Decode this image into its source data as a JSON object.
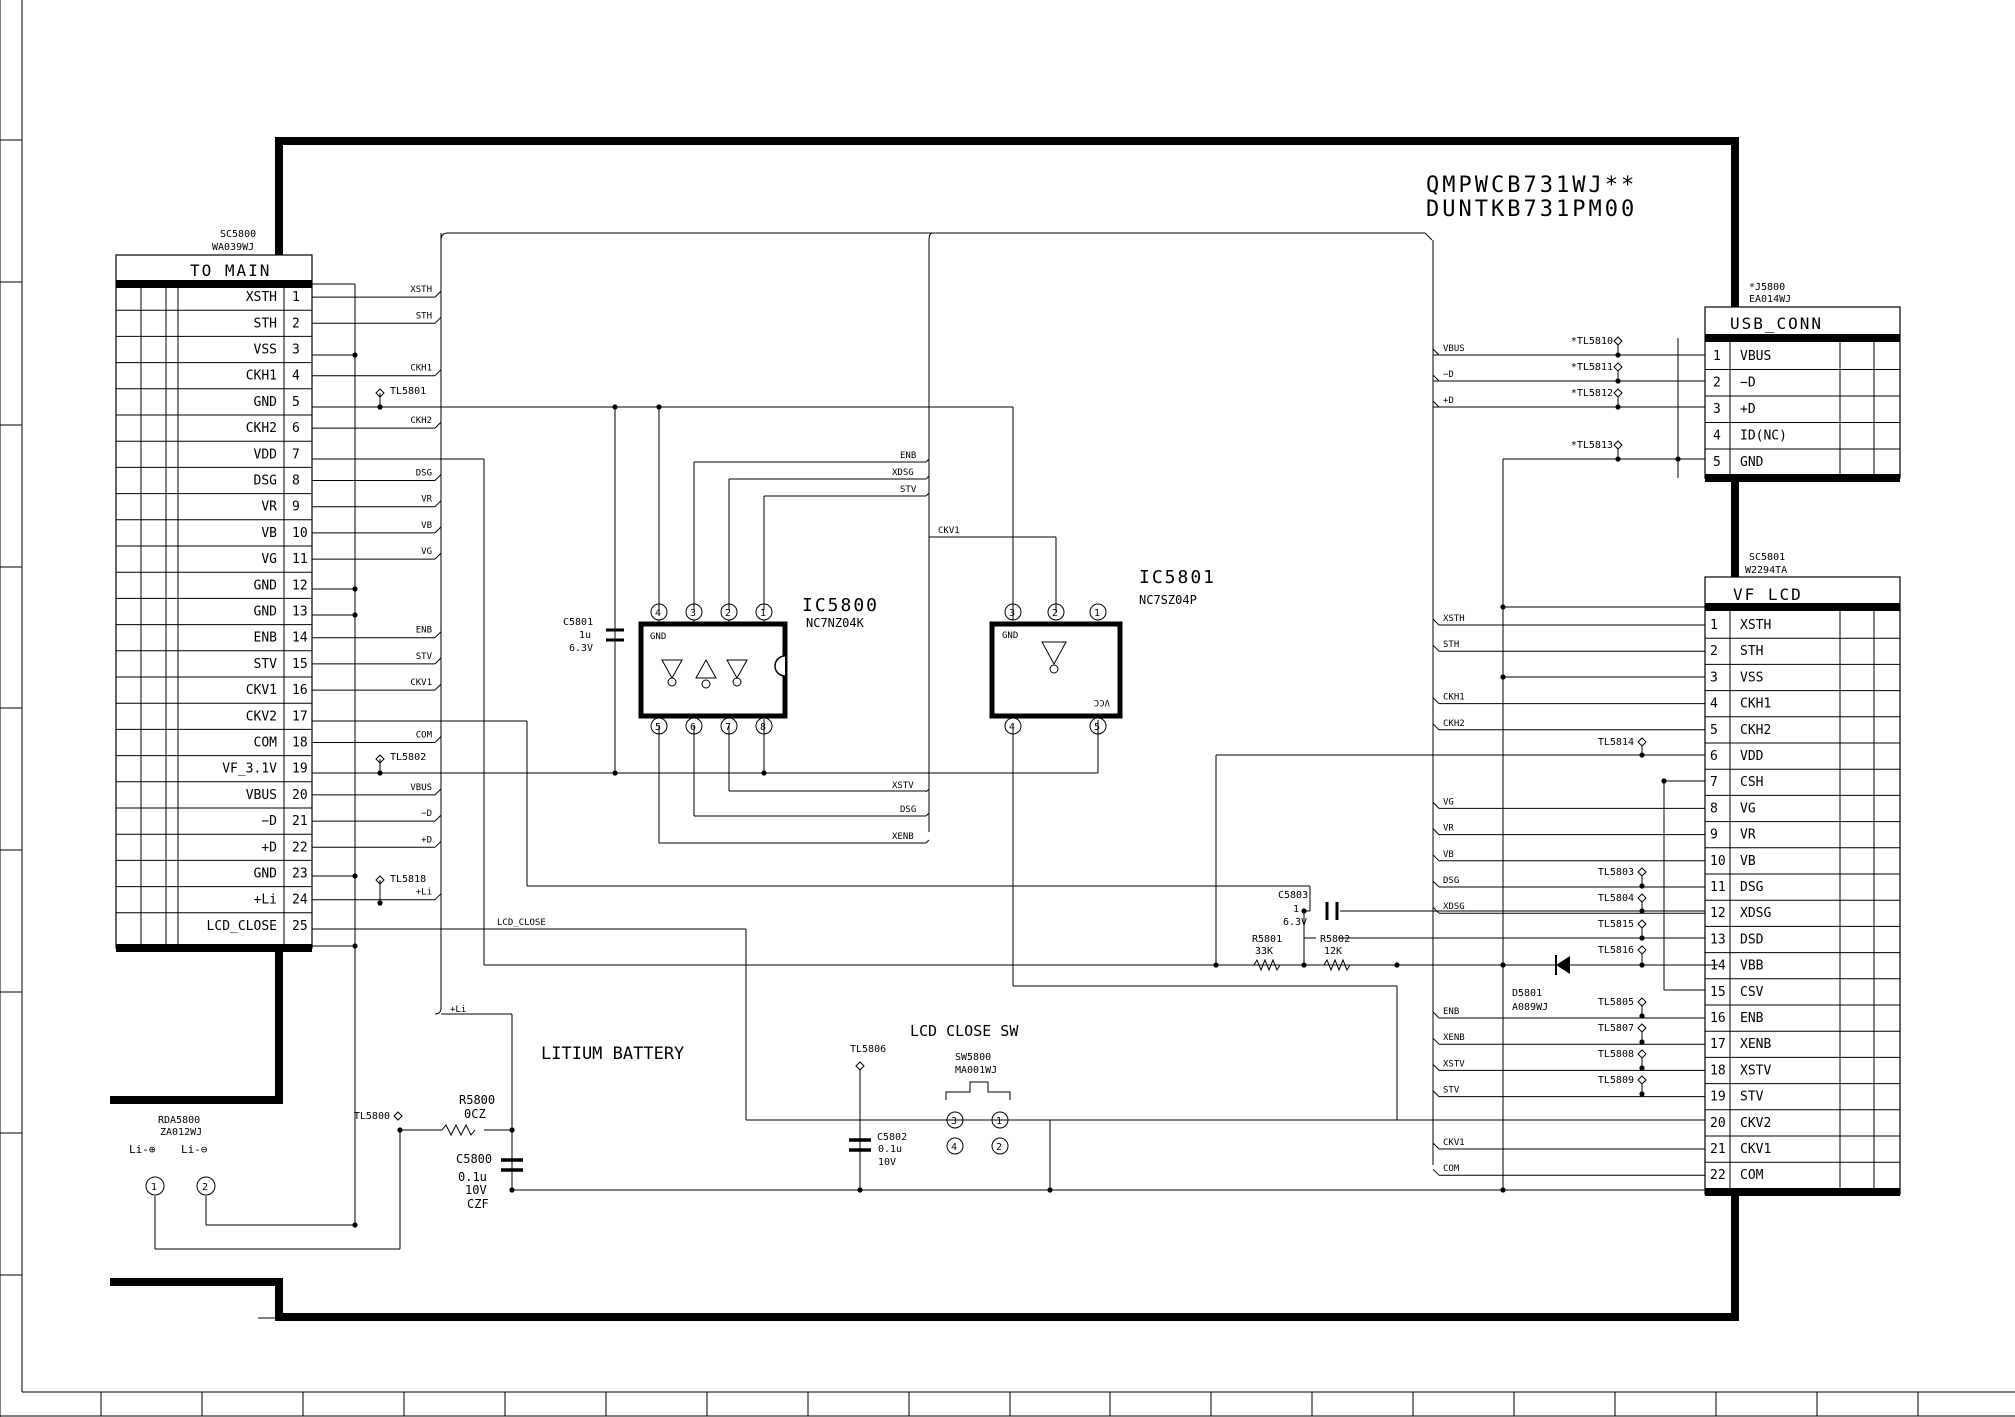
{
  "board": {
    "lines": [
      "QMPWCB731WJ**",
      "DUNTKB731PM00"
    ]
  },
  "to_main": {
    "ref": "SC5800",
    "part": "WA039WJ",
    "title": "TO MAIN",
    "pins": [
      {
        "num": "1",
        "name": "XSTH"
      },
      {
        "num": "2",
        "name": "STH"
      },
      {
        "num": "3",
        "name": "VSS"
      },
      {
        "num": "4",
        "name": "CKH1"
      },
      {
        "num": "5",
        "name": "GND"
      },
      {
        "num": "6",
        "name": "CKH2"
      },
      {
        "num": "7",
        "name": "VDD"
      },
      {
        "num": "8",
        "name": "DSG"
      },
      {
        "num": "9",
        "name": "VR"
      },
      {
        "num": "10",
        "name": "VB"
      },
      {
        "num": "11",
        "name": "VG"
      },
      {
        "num": "12",
        "name": "GND"
      },
      {
        "num": "13",
        "name": "GND"
      },
      {
        "num": "14",
        "name": "ENB"
      },
      {
        "num": "15",
        "name": "STV"
      },
      {
        "num": "16",
        "name": "CKV1"
      },
      {
        "num": "17",
        "name": "CKV2"
      },
      {
        "num": "18",
        "name": "COM"
      },
      {
        "num": "19",
        "name": "VF_3.1V"
      },
      {
        "num": "20",
        "name": "VBUS"
      },
      {
        "num": "21",
        "name": "−D"
      },
      {
        "num": "22",
        "name": "+D"
      },
      {
        "num": "23",
        "name": "GND"
      },
      {
        "num": "24",
        "name": "+Li"
      },
      {
        "num": "25",
        "name": "LCD_CLOSE"
      }
    ]
  },
  "usb_conn": {
    "ref": "*J5800",
    "part": "EA014WJ",
    "title": "USB_CONN",
    "pins": [
      {
        "num": "1",
        "name": "VBUS"
      },
      {
        "num": "2",
        "name": "−D"
      },
      {
        "num": "3",
        "name": "+D"
      },
      {
        "num": "4",
        "name": "ID(NC)"
      },
      {
        "num": "5",
        "name": "GND"
      }
    ]
  },
  "vf_lcd": {
    "ref": "SC5801",
    "part": "W2294TA",
    "title": "VF_LCD",
    "pins": [
      {
        "num": "1",
        "name": "XSTH"
      },
      {
        "num": "2",
        "name": "STH"
      },
      {
        "num": "3",
        "name": "VSS"
      },
      {
        "num": "4",
        "name": "CKH1"
      },
      {
        "num": "5",
        "name": "CKH2"
      },
      {
        "num": "6",
        "name": "VDD"
      },
      {
        "num": "7",
        "name": "CSH"
      },
      {
        "num": "8",
        "name": "VG"
      },
      {
        "num": "9",
        "name": "VR"
      },
      {
        "num": "10",
        "name": "VB"
      },
      {
        "num": "11",
        "name": "DSG"
      },
      {
        "num": "12",
        "name": "XDSG"
      },
      {
        "num": "13",
        "name": "DSD"
      },
      {
        "num": "14",
        "name": "VBB"
      },
      {
        "num": "15",
        "name": "CSV"
      },
      {
        "num": "16",
        "name": "ENB"
      },
      {
        "num": "17",
        "name": "XENB"
      },
      {
        "num": "18",
        "name": "XSTV"
      },
      {
        "num": "19",
        "name": "STV"
      },
      {
        "num": "20",
        "name": "CKV2"
      },
      {
        "num": "21",
        "name": "CKV1"
      },
      {
        "num": "22",
        "name": "COM"
      }
    ]
  },
  "left_nets": [
    "XSTH",
    "STH",
    "CKH1",
    "CKH2",
    "DSG",
    "VR",
    "VB",
    "VG",
    "ENB",
    "STV",
    "CKV1",
    "COM",
    "VBUS",
    "−D",
    "+D",
    "+Li"
  ],
  "lcd_close_net": "LCD_CLOSE",
  "li_net": "+Li",
  "right_nets_usb": [
    "VBUS",
    "−D",
    "+D"
  ],
  "right_nets_lcd": [
    "XSTH",
    "STH",
    "CKH1",
    "CKH2",
    "VG",
    "VR",
    "VB",
    "DSG",
    "XDSG",
    "ENB",
    "XENB",
    "XSTV",
    "STV",
    "CKV1",
    "COM"
  ],
  "ic5800": {
    "ref": "IC5800",
    "part": "NC7NZ04K",
    "gnd": "GND",
    "top_pins": [
      "4",
      "3",
      "2",
      "1"
    ],
    "bottom_pins": [
      "5",
      "6",
      "7",
      "8"
    ],
    "nets": [
      "ENB",
      "XDSG",
      "STV",
      "XSTV",
      "DSG",
      "XENB"
    ]
  },
  "ic5801": {
    "ref": "IC5801",
    "part": "NC7SZ04P",
    "gnd": "GND",
    "vcc": "VCC",
    "top_pins": [
      "3",
      "2",
      "1"
    ],
    "bottom_pins": [
      "4",
      "5"
    ],
    "net": "CKV1"
  },
  "c5801": [
    "C5801",
    "1u",
    "6.3V"
  ],
  "c5803": [
    "C5803",
    "1",
    "6.3V"
  ],
  "r5801": [
    "R5801",
    "33K"
  ],
  "r5802": [
    "R5802",
    "12K"
  ],
  "d5801": [
    "D5801",
    "A089WJ"
  ],
  "r5800": [
    "R5800",
    "0CZ"
  ],
  "c5800": [
    "C5800",
    "0.1u",
    "10V",
    "CZF"
  ],
  "c5802": [
    "C5802",
    "0.1u",
    "10V"
  ],
  "battery": {
    "label": "LITIUM BATTERY",
    "ref": "RDA5800",
    "part": "ZA012WJ",
    "pos": "Li-⊕",
    "neg": "Li-⊖",
    "pins": [
      "1",
      "2"
    ]
  },
  "lcd_sw": {
    "label": "LCD CLOSE SW",
    "ref": "SW5800",
    "part": "MA001WJ",
    "pins": [
      "3",
      "1",
      "4",
      "2"
    ]
  },
  "testpoints": {
    "tl5801": "TL5801",
    "tl5802": "TL5802",
    "tl5818": "TL5818",
    "tl5810": "*TL5810",
    "tl5811": "*TL5811",
    "tl5812": "*TL5812",
    "tl5813": "*TL5813",
    "tl5814": "TL5814",
    "tl5803": "TL5803",
    "tl5804": "TL5804",
    "tl5815": "TL5815",
    "tl5816": "TL5816",
    "tl5805": "TL5805",
    "tl5807": "TL5807",
    "tl5808": "TL5808",
    "tl5809": "TL5809",
    "tl5800": "TL5800",
    "tl5806": "TL5806"
  }
}
